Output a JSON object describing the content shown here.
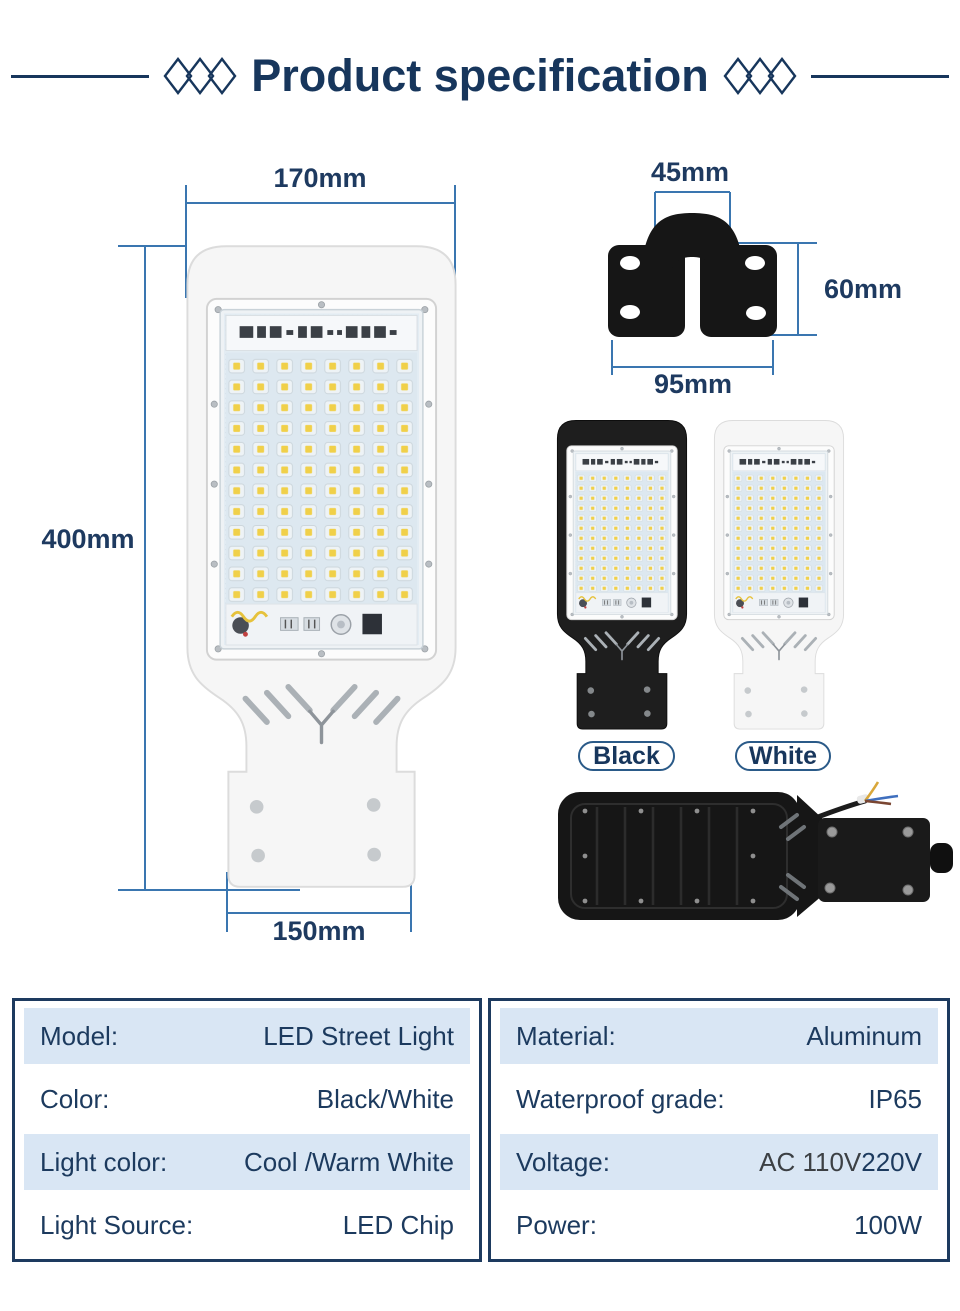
{
  "header": {
    "title": "Product specification"
  },
  "front_view": {
    "width_label": "170mm",
    "height_label": "400mm",
    "base_width_label": "150mm"
  },
  "bracket_view": {
    "top_width_label": "45mm",
    "height_label": "60mm",
    "bottom_width_label": "95mm"
  },
  "variants": {
    "black_label": "Black",
    "white_label": "White"
  },
  "spec_left": {
    "rows": [
      {
        "label": "Model:",
        "value": "LED Street Light"
      },
      {
        "label": "Color:",
        "value": "Black/White"
      },
      {
        "label": "Light color:",
        "value": "Cool /Warm White"
      },
      {
        "label": "Light Source:",
        "value": "LED Chip"
      }
    ]
  },
  "spec_right": {
    "rows": [
      {
        "label": "Material:",
        "value": "Aluminum"
      },
      {
        "label": "Waterproof grade:",
        "value": "IP65"
      },
      {
        "label": "Voltage:",
        "value_prefix": "AC 110V",
        "value_suffix": "220V"
      },
      {
        "label": "Power:",
        "value": "100W"
      }
    ]
  },
  "colors": {
    "navy_text": "#1c3a5e",
    "dimension_line": "#3a76b0",
    "row_highlight": "#d9e6f4",
    "led_yellow": "#f0d049",
    "product_black": "#1e1e1e",
    "product_white": "#f6f6f6"
  }
}
